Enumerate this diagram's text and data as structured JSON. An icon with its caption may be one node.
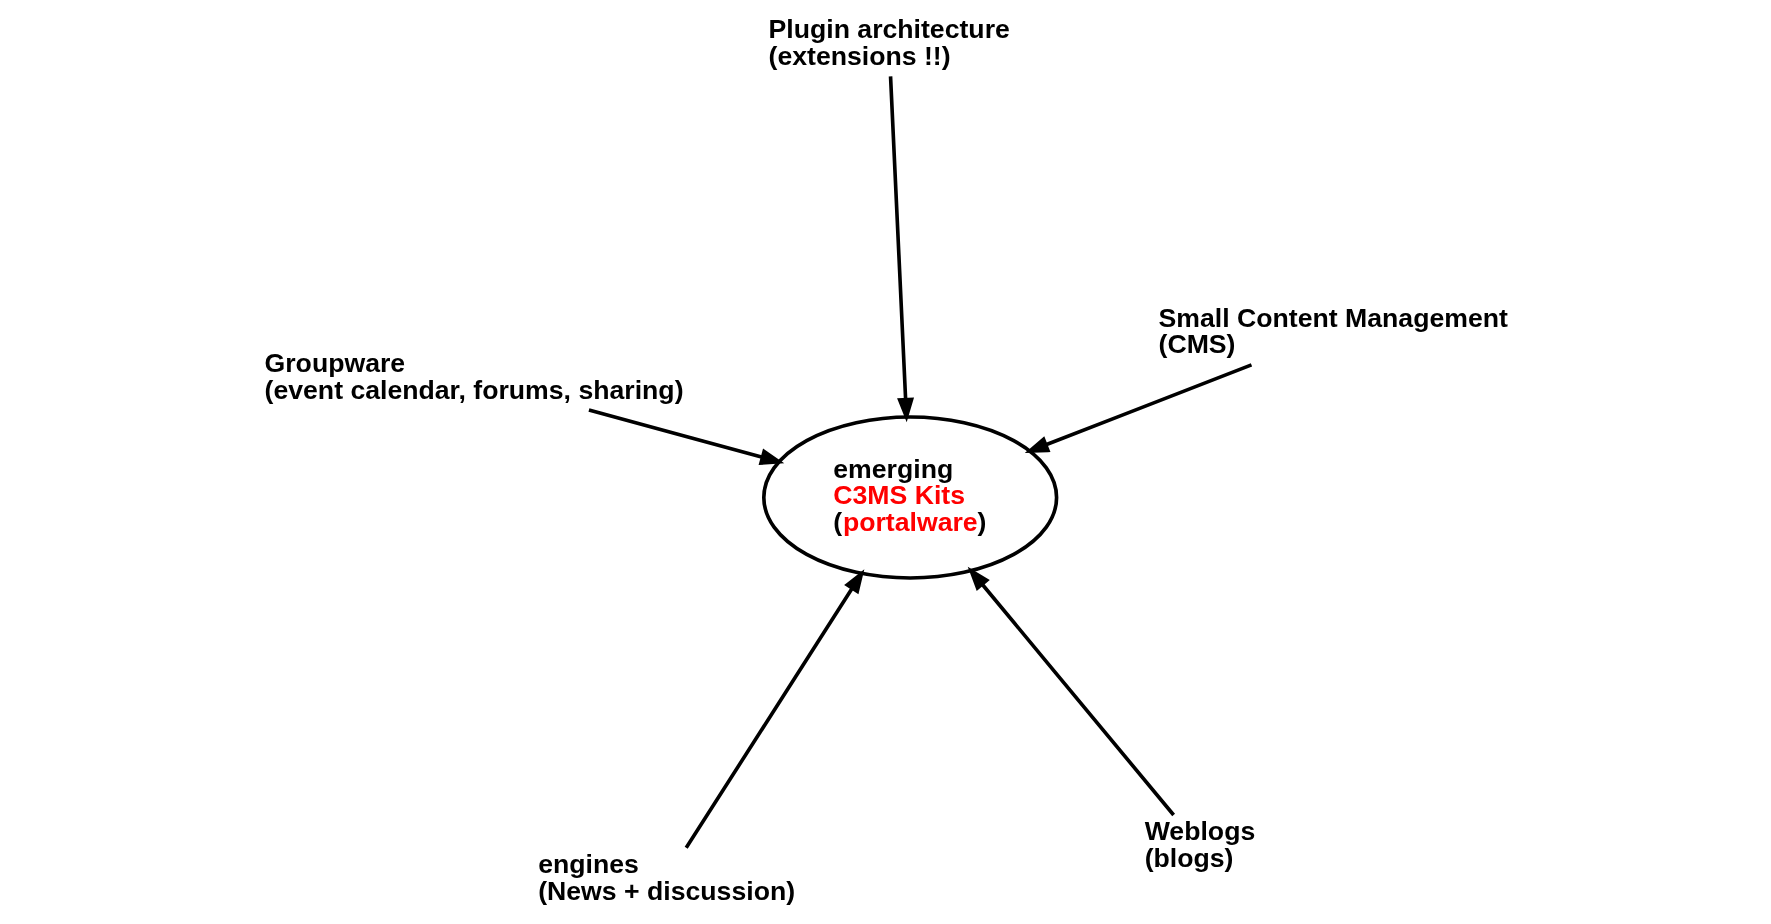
{
  "diagram": {
    "nodes": [
      {
        "text": [
          "emerging",
          "C3MS Kits",
          "(portalware)"
        ]
      },
      {
        "text": [
          "Weblogs",
          "(blogs)"
        ]
      },
      {
        "text": [
          "engines",
          "(News + discussion)"
        ]
      },
      {
        "text": [
          "Groupware",
          "(event calendar, forums, sharing)"
        ]
      },
      {
        "text": [
          "Small Content Management",
          "(CMS)"
        ]
      },
      {
        "text": [
          "Plugin architecture",
          "(extensions !!)"
        ]
      }
    ],
    "edges": [
      {
        "from": 1,
        "to": 0,
        "arrow": "to"
      },
      {
        "from": 2,
        "to": 0,
        "arrow": "to"
      },
      {
        "from": 3,
        "to": 0,
        "arrow": "to"
      },
      {
        "from": 4,
        "to": 0,
        "arrow": "to"
      },
      {
        "from": 5,
        "to": 0,
        "arrow": "to"
      }
    ]
  }
}
